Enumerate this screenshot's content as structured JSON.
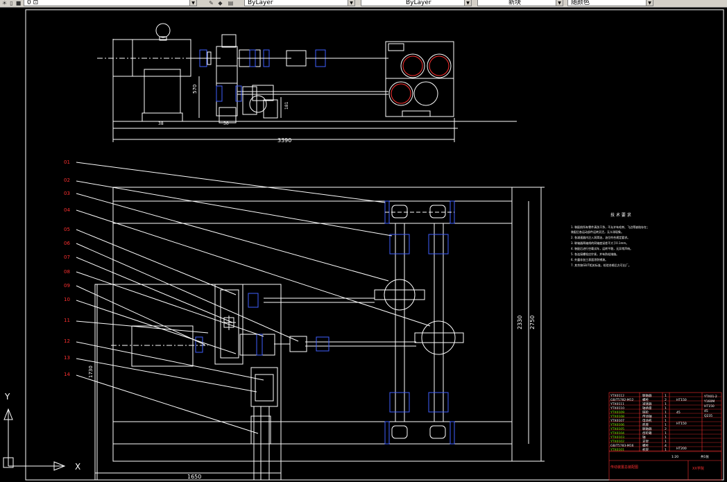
{
  "toolbar": {
    "layer_name": "0 ⊡",
    "linetype": "ByLayer",
    "lineweight": "ByLayer",
    "textstyle": "新块",
    "dimstyle": "随颜色"
  },
  "drawing": {
    "top_view": {
      "dim_width": "3390",
      "dim_height": "570",
      "dim_small": "181",
      "label_base": "30",
      "label_motor_base": "38"
    },
    "plan_view": {
      "dim_overall_height": "2750",
      "dim_inner_height": "2330",
      "dim_left_height": "1730",
      "dim_bottom_width": "1650"
    },
    "leaders": [
      "01",
      "02",
      "03",
      "04",
      "05",
      "06",
      "07",
      "08",
      "09",
      "10",
      "11",
      "12",
      "13",
      "14"
    ],
    "notes": {
      "title": "技 术 要 求",
      "lines": [
        "1. 装配前所有零件清洗干净，不允许有毛刺、飞边等缺陷存在；",
        "   装配后各运动部件运转灵活，无卡滞现象。",
        "2. 各减速器内注入润滑油，油位符合规定要求。",
        "3. 联轴器两轴线的同轴度误差不大于0.1mm。",
        "4. 装配后进行空载试车，运转平稳，无异常声响。",
        "5. 各连接螺栓应拧紧，并有防松措施。",
        "6. 外露非加工表面涂防锈漆。",
        "7. 其余按GB/T相关标准，检验合格后方可出厂。"
      ]
    },
    "title_block": {
      "part_rows": [
        {
          "code": "YTX0112",
          "name": "联轴器",
          "qty": "1"
        },
        {
          "code": "GB/T5782-M12",
          "name": "螺栓",
          "qty": "2"
        },
        {
          "code": "YTX0111",
          "name": "减速器",
          "qty": "1"
        },
        {
          "code": "YTX0110",
          "name": "轴承座",
          "qty": "1"
        },
        {
          "code": "YTX0109",
          "name": "链轮",
          "qty": "1"
        },
        {
          "code": "YTX0108",
          "name": "传动轴",
          "qty": "1"
        },
        {
          "code": "YTX0107",
          "name": "电动机",
          "qty": "1"
        },
        {
          "code": "YTX0106",
          "name": "底座",
          "qty": "1"
        },
        {
          "code": "YTX0105",
          "name": "联轴器",
          "qty": "2"
        },
        {
          "code": "YTX0104",
          "name": "齿轮箱",
          "qty": "1"
        },
        {
          "code": "YTX0103",
          "name": "轴",
          "qty": "1"
        },
        {
          "code": "YTX0102",
          "name": "支架",
          "qty": "1"
        },
        {
          "code": "GB/T5783-M16",
          "name": "螺栓",
          "qty": "4"
        },
        {
          "code": "YTX0101",
          "name": "机架",
          "qty": "1"
        }
      ],
      "side_labels": [
        "YTX01-2",
        "Y160M",
        "HT150",
        "45",
        "Q235"
      ],
      "material_labels": [
        "HT150",
        "45",
        "HT150",
        "HT200"
      ],
      "title": "传动装置总装配图",
      "org": "XX学院",
      "scale": "1:20",
      "sheet": "共1张"
    },
    "ucs": {
      "x_label": "X",
      "y_label": "Y"
    }
  }
}
